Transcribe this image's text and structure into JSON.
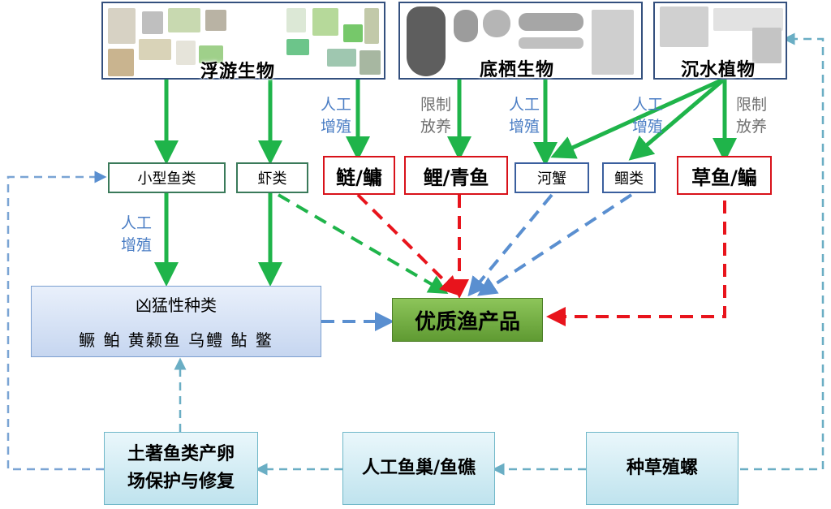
{
  "sources": {
    "plankton": "浮游生物",
    "benthos": "底栖生物",
    "submerged_plants": "沉水植物"
  },
  "middle": {
    "small_fish": "小型鱼类",
    "shrimp": "虾类",
    "silver_bighead_carp": "鲢/鳙",
    "common_black_carp": "鲤/青鱼",
    "crab": "河蟹",
    "bream_class": "鲴类",
    "grass_bream": "草鱼/鳊"
  },
  "annotations": {
    "artificial_breeding": "人工增殖",
    "limited_stocking": "限制放养"
  },
  "predators": {
    "title": "凶猛性种类",
    "species": "鳜  鲌  黄颡鱼  乌鳢  鲇  鳖"
  },
  "product": "优质渔产品",
  "bottom": {
    "spawning_line1": "土著鱼类产卵",
    "spawning_line2": "场保护与修复",
    "nest_reef": "人工鱼巢/鱼礁",
    "grass_snail": "种草殖螺"
  },
  "colors": {
    "green_arrow": "#1fb44a",
    "red_dash": "#e8141c",
    "blue_dash": "#5a8fd0",
    "teal_dash": "#6aaec4",
    "annotation_blue": "#4a7dc4"
  }
}
